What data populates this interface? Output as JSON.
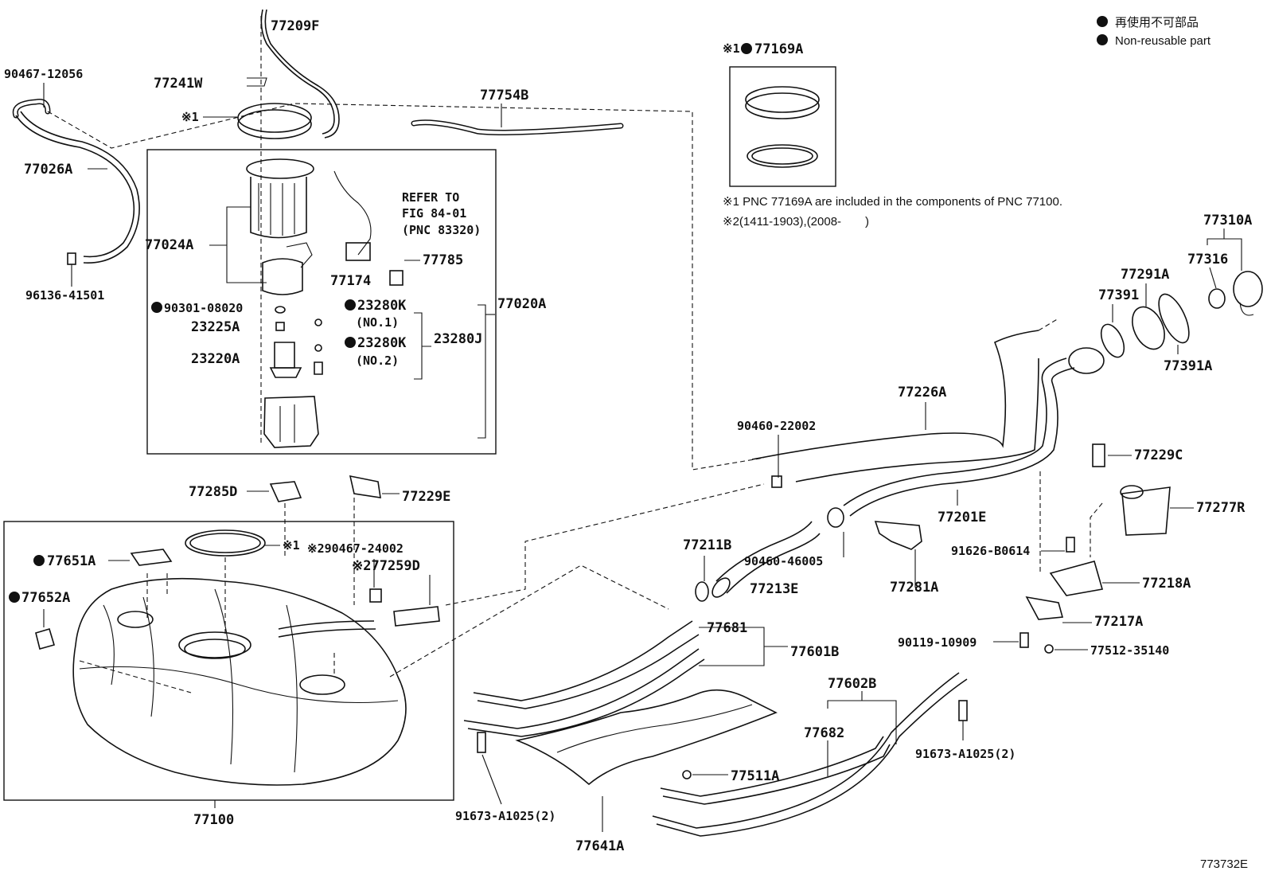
{
  "legend": {
    "line1": "再使用不可部品",
    "line2": "Non-reusable part"
  },
  "notes": {
    "note1": "※1 PNC 77169A are included in the components of PNC 77100.",
    "note2": "※2(1411-1903),(2008-　　)"
  },
  "figure_id": "773732E",
  "refer": {
    "line1": "REFER TO",
    "line2": "FIG 84-01",
    "line3": "(PNC 83320)"
  },
  "labels": {
    "p77209F": "77209F",
    "p90467_12056": "90467-12056",
    "p77241W": "77241W",
    "p77754B": "77754B",
    "mark1_ring": "※1",
    "p77169A": "77169A",
    "mark1_inset": "※1",
    "p77026A": "77026A",
    "p77024A": "77024A",
    "p77785": "77785",
    "p77174": "77174",
    "p96136_41501": "96136-41501",
    "p90301_08020": "90301-08020",
    "p23280K_1": "23280K",
    "no1": "(NO.1)",
    "p77020A": "77020A",
    "p23225A": "23225A",
    "p23280J": "23280J",
    "p23280K_2": "23280K",
    "no2": "(NO.2)",
    "p23220A": "23220A",
    "p77310A": "77310A",
    "p77316": "77316",
    "p77291A": "77291A",
    "p77391": "77391",
    "p77391A": "77391A",
    "p77226A": "77226A",
    "p90460_22002": "90460-22002",
    "p77229C": "77229C",
    "p77201E": "77201E",
    "p77277R": "77277R",
    "p77285D": "77285D",
    "p77229E": "77229E",
    "p77651A": "77651A",
    "mark1_gasket": "※1",
    "p90467_24002": "※290467-24002",
    "p77259D": "※277259D",
    "p77652A": "77652A",
    "p77211B": "77211B",
    "p90460_46005": "90460-46005",
    "p77213E": "77213E",
    "p77281A": "77281A",
    "p91626_B0614": "91626-B0614",
    "p77218A": "77218A",
    "p77217A": "77217A",
    "p90119_10909": "90119-10909",
    "p77512_35140": "77512-35140",
    "p77681": "77681",
    "p77601B": "77601B",
    "p77602B": "77602B",
    "p77682": "77682",
    "p91673_A1025_r": "91673-A1025(2)",
    "p77511A": "77511A",
    "p77100": "77100",
    "p91673_A1025_l": "91673-A1025(2)",
    "p77641A": "77641A"
  }
}
